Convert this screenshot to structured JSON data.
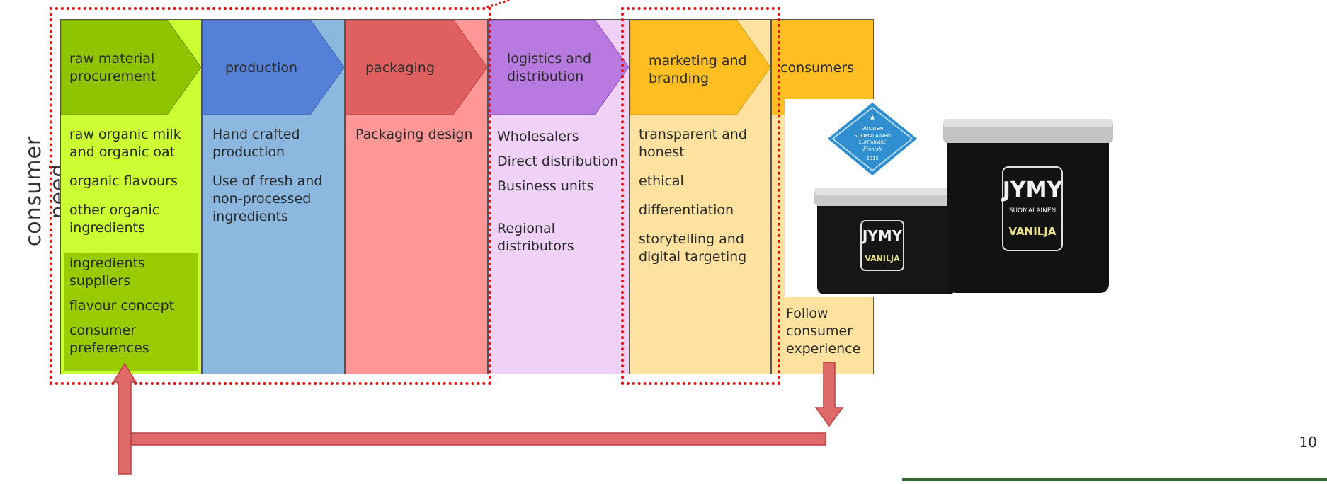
{
  "side_label": "consumer need",
  "columns": [
    {
      "title": "raw material\nprocurement",
      "items": [
        "raw organic milk\nand organic oat",
        "organic flavours",
        "other organic\ningredients"
      ],
      "highlight_items": [
        "ingredients\nsuppliers",
        "flavour concept",
        "consumer\npreferences"
      ],
      "color_body": "#ccff33",
      "color_head": "#8fc400"
    },
    {
      "title": "production",
      "items": [
        "Hand crafted\nproduction",
        "Use of fresh and\nnon-processed\ningredients"
      ],
      "color_body": "#8cb8e0",
      "color_head": "#5580d8"
    },
    {
      "title": "packaging",
      "items": [
        "Packaging design"
      ],
      "color_body": "#ff9797",
      "color_head": "#e06060"
    },
    {
      "title": "logistics and\ndistribution",
      "items": [
        "Wholesalers",
        "Direct distribution",
        "Business units",
        "",
        "Regional\ndistributors"
      ],
      "color_body": "#f0d2f8",
      "color_head": "#b879e0"
    },
    {
      "title": "marketing and\nbranding",
      "items": [
        "transparent and\nhonest",
        "ethical",
        "differentiation",
        "storytelling and\ndigital targeting"
      ],
      "color_body": "#ffe2a0",
      "color_head": "#ffbe22"
    },
    {
      "title": "consumers",
      "items": [
        "Follow\nconsumer\nexperience"
      ],
      "color_body": "#ffe2a0",
      "color_head": "#ffbe22"
    }
  ],
  "product": {
    "badge_lines": [
      "VUODEN",
      "SUOMALAINEN",
      "ELINTARVIKE",
      "Finnish",
      "2015"
    ],
    "brand": "JYMY",
    "subtitle": "SUOMALAINEN",
    "flavour": "VANILJA"
  },
  "page_number": "10",
  "colors": {
    "dotted_frame": "#e01010",
    "arrow": "#e06a6a",
    "arrow_outline": "#b84040"
  }
}
